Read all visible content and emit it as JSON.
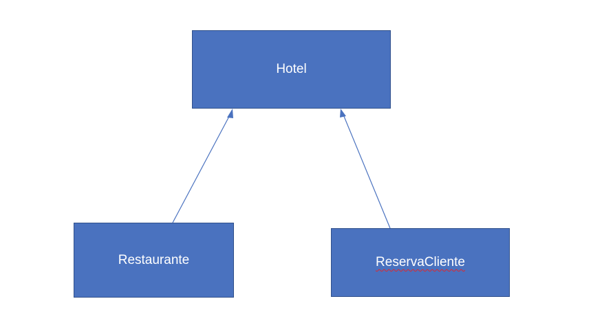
{
  "diagram": {
    "type": "class-diagram",
    "nodes": [
      {
        "id": "hotel",
        "label": "Hotel"
      },
      {
        "id": "restaurante",
        "label": "Restaurante"
      },
      {
        "id": "reserva",
        "label": "ReservaCliente",
        "spellcheck_flag": true
      }
    ],
    "edges": [
      {
        "from": "restaurante",
        "to": "hotel",
        "arrow": "open-head"
      },
      {
        "from": "reserva",
        "to": "hotel",
        "arrow": "open-head"
      }
    ],
    "colors": {
      "node_fill": "#4a72bf",
      "node_border": "#2f4f8a",
      "edge": "#4a72bf",
      "text": "#ffffff",
      "spellcheck_underline": "#e0262b"
    }
  }
}
